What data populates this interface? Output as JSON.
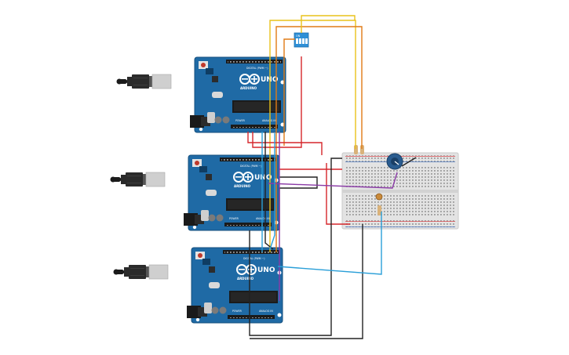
{
  "boards": [
    {
      "id": "board-1",
      "brand": "ARDUINO",
      "model": "UNO",
      "digital_label": "DIGITAL (PWM ~)",
      "power_label": "POWER",
      "analog_label": "ANALOG IN"
    },
    {
      "id": "board-2",
      "brand": "ARDUINO",
      "model": "UNO",
      "digital_label": "DIGITAL (PWM ~)",
      "power_label": "POWER",
      "analog_label": "ANALOG IN"
    },
    {
      "id": "board-3",
      "brand": "ARDUINO",
      "model": "UNO",
      "digital_label": "DIGITAL (PWM ~)",
      "power_label": "POWER",
      "analog_label": "ANALOG IN"
    }
  ],
  "dip_switch": {
    "label": "ON"
  },
  "colors": {
    "board": "#1f6aa5",
    "board_dark": "#154f7d",
    "header": "#1a1a1a",
    "usb": "#c8c8c8",
    "breadboard": "#e3e3e3",
    "wire_red": "#d6262b",
    "wire_black": "#222222",
    "wire_yellow": "#e9c21a",
    "wire_orange": "#e07b16",
    "wire_purple": "#8a3aa6",
    "wire_blue": "#2a9fd8",
    "dip": "#2e8fd6"
  }
}
